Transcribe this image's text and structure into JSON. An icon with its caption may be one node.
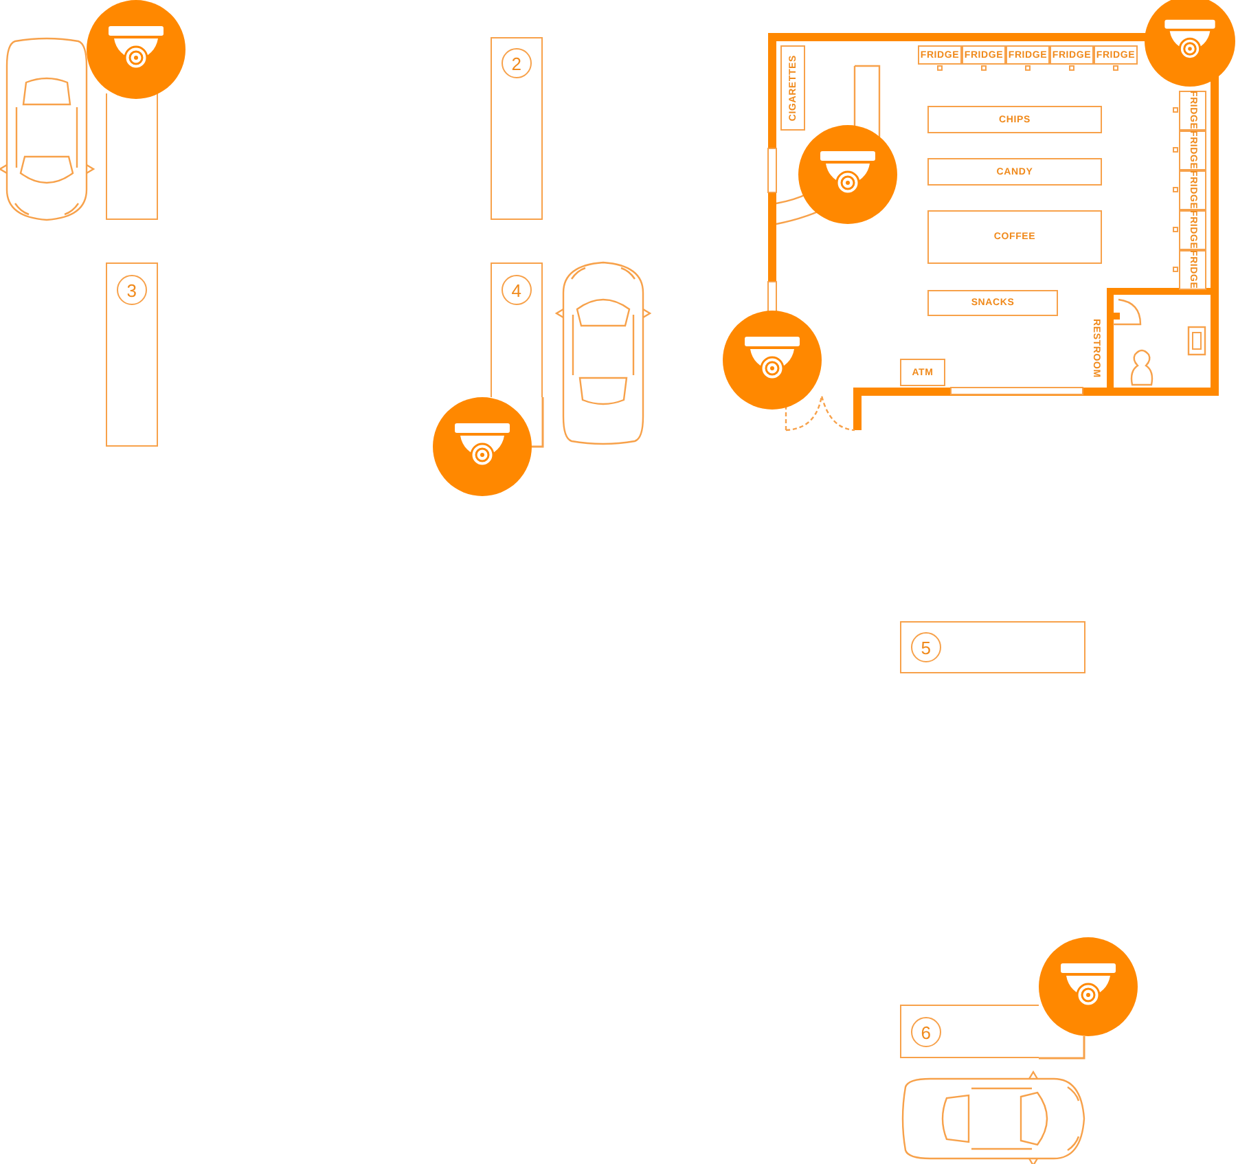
{
  "diagram": {
    "nodes": [
      {
        "text": [],
        "shape": "box"
      },
      {
        "text": [
          "2"
        ]
      },
      {
        "text": [
          "CIGARETTES"
        ]
      },
      {
        "text": [
          "FRIDGE"
        ]
      },
      {
        "text": [
          "FRIDGE"
        ]
      },
      {
        "text": [
          "FRIDGE"
        ]
      },
      {
        "text": [
          "FRIDGE"
        ]
      },
      {
        "text": [
          "FRIDGE"
        ]
      },
      {
        "text": [
          "FRIDGE"
        ]
      },
      {
        "text": [
          "FRIDGE"
        ]
      },
      {
        "text": [
          "FRIDGE"
        ]
      },
      {
        "text": [
          "FRIDGE"
        ]
      },
      {
        "text": [
          "FRIDGE"
        ]
      },
      {
        "text": [
          "CHIPS"
        ]
      },
      {
        "text": [
          "CANDY"
        ]
      },
      {
        "text": [
          "COFFEE"
        ]
      },
      {
        "text": [
          "3"
        ]
      },
      {
        "text": [
          "4"
        ]
      },
      {
        "text": [
          "SNACKS"
        ]
      },
      {
        "text": [
          "ATM"
        ]
      },
      {
        "text": [
          "5"
        ]
      },
      {
        "text": [
          "6"
        ]
      }
    ],
    "labels": [
      "RESTROOM"
    ]
  }
}
